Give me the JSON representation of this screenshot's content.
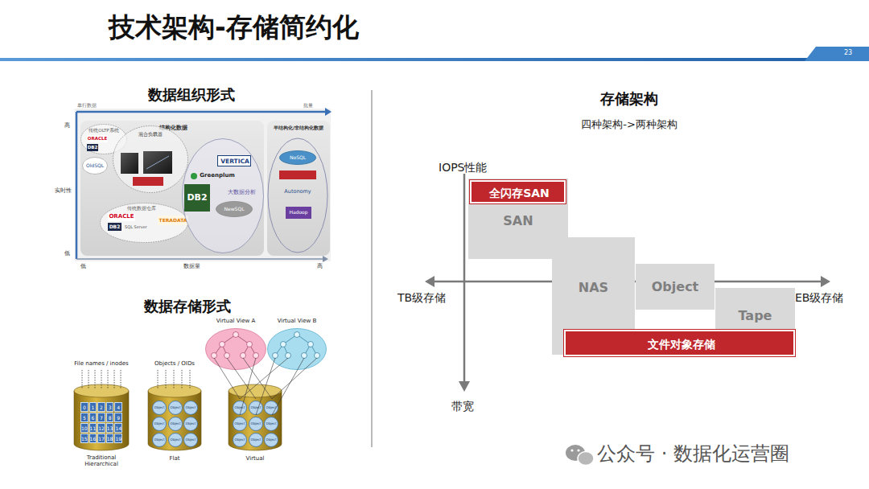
{
  "diagram": {
    "title": "技术架构-存储简约化",
    "nodes": [
      {
        "text": [
          "结构化数据"
        ]
      },
      {
        "text": [
          "传统OLTP系统"
        ],
        "in": 0
      },
      {
        "text": [
          "ORACLE"
        ],
        "in": 1
      },
      {
        "text": [
          "DB2"
        ],
        "in": 1
      },
      {
        "text": [
          "OldSQL"
        ],
        "in": 0
      },
      {
        "text": [
          "混合负载器"
        ],
        "in": 0
      },
      {
        "text": [
          "传统数据仓库"
        ],
        "in": 0
      },
      {
        "text": [
          "ORACLE"
        ],
        "in": 6
      },
      {
        "text": [
          "DB2"
        ],
        "in": 6
      },
      {
        "text": [
          "SQL Server"
        ],
        "in": 6
      },
      {
        "text": [
          "TERADATA"
        ],
        "in": 6
      },
      {
        "text": [
          "大数据分析"
        ],
        "in": 0
      },
      {
        "text": [
          "VERTICA"
        ],
        "in": 11
      },
      {
        "text": [
          "Greenplum"
        ],
        "in": 11
      },
      {
        "text": [
          "DB2"
        ],
        "in": 11
      },
      {
        "text": [
          "NewSQL"
        ],
        "in": 11
      },
      {
        "text": [
          "半结构化/非结构化数据"
        ]
      },
      {
        "text": [
          "NoSQL"
        ],
        "in": 16
      },
      {
        "text": [
          "Autonomy"
        ],
        "in": 16
      },
      {
        "text": [
          "Hadoop"
        ],
        "in": 16
      },
      {
        "text": [
          "Virtual View A"
        ]
      },
      {
        "text": [
          "Virtual View B"
        ]
      },
      {
        "text": [
          "File names / inodes",
          "Traditional Hierarchical"
        ]
      },
      {
        "text": [
          "Objects / OIDs",
          "Flat"
        ]
      },
      {
        "text": [
          "Virtual"
        ]
      },
      {
        "text": [
          "Object"
        ],
        "in": 23
      },
      {
        "text": [
          "Object"
        ],
        "in": 23
      },
      {
        "text": [
          "Object"
        ],
        "in": 23
      },
      {
        "text": [
          "Object"
        ],
        "in": 23
      },
      {
        "text": [
          "Object"
        ],
        "in": 23
      },
      {
        "text": [
          "Object"
        ],
        "in": 23
      },
      {
        "text": [
          "Object"
        ],
        "in": 23
      },
      {
        "text": [
          "Object"
        ],
        "in": 23
      },
      {
        "text": [
          "Object"
        ],
        "in": 23
      },
      {
        "text": [
          "Object"
        ],
        "in": 24
      },
      {
        "text": [
          "Object"
        ],
        "in": 24
      },
      {
        "text": [
          "Object"
        ],
        "in": 24
      },
      {
        "text": [
          "Object"
        ],
        "in": 24
      },
      {
        "text": [
          "Object"
        ],
        "in": 24
      },
      {
        "text": [
          "Object"
        ],
        "in": 24
      },
      {
        "text": [
          "Object"
        ],
        "in": 24
      },
      {
        "text": [
          "Object"
        ],
        "in": 24
      },
      {
        "text": [
          "Object"
        ],
        "in": 24
      },
      {
        "text": [
          "SAN"
        ]
      },
      {
        "text": [
          "全闪存SAN"
        ],
        "in": 43
      },
      {
        "text": [
          "NAS"
        ]
      },
      {
        "text": [
          "Object"
        ]
      },
      {
        "text": [
          "Tape"
        ]
      },
      {
        "text": [
          "文件对象存储"
        ]
      }
    ],
    "labels": [
      "23",
      "数据组织形式",
      "单行数据",
      "批量",
      "高",
      "实时性",
      "低",
      "低",
      "数据量",
      "高",
      "数据存储形式",
      "0",
      "1",
      "2",
      "3",
      "4",
      "5",
      "6",
      "7",
      "8",
      "9",
      "10",
      "11",
      "12",
      "13",
      "14",
      "15",
      "16",
      "17",
      "18",
      "19",
      "存储架构",
      "四种架构->两种架构",
      "IOPS性能",
      "TB级存储",
      "EB级存储",
      "带宽",
      "公众号 · 数据化运营圈"
    ]
  }
}
